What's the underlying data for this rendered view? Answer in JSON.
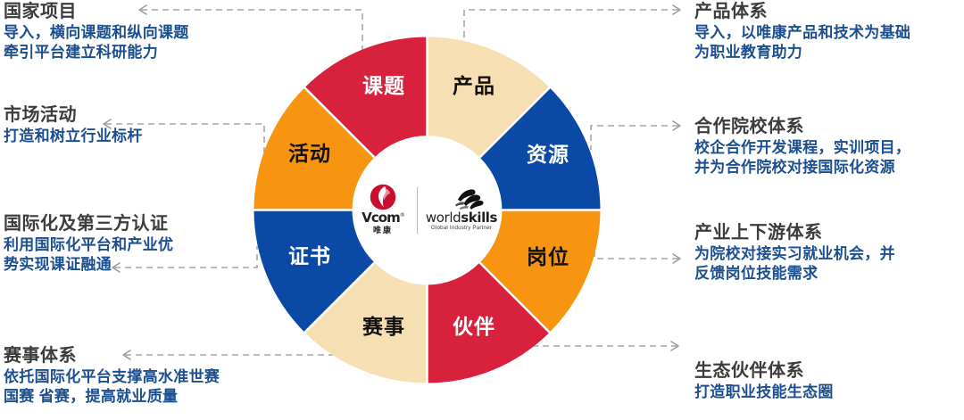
{
  "diagram": {
    "title_hidden": "",
    "colors": {
      "red": "#D8213C",
      "cream": "#F7DFB4",
      "orange": "#F79410",
      "blue": "#0B49A6",
      "white": "#FFFFFF",
      "callout_title": "#3c3c3c",
      "callout_body": "#1b4f8f",
      "connector": "#a6a6a6"
    }
  },
  "wheel": {
    "segments": [
      {
        "id": "product",
        "label": "产品",
        "fill": "#F7DFB4",
        "text_color": "#111111",
        "angle_start": 0,
        "angle_end": 45
      },
      {
        "id": "resource",
        "label": "资源",
        "fill": "#0B49A6",
        "text_color": "#FFFFFF",
        "angle_start": 45,
        "angle_end": 90
      },
      {
        "id": "post",
        "label": "岗位",
        "fill": "#F79410",
        "text_color": "#111111",
        "angle_start": 90,
        "angle_end": 135
      },
      {
        "id": "partner",
        "label": "伙伴",
        "fill": "#D8213C",
        "text_color": "#FFFFFF",
        "angle_start": 135,
        "angle_end": 180
      },
      {
        "id": "contest",
        "label": "赛事",
        "fill": "#F7DFB4",
        "text_color": "#111111",
        "angle_start": 180,
        "angle_end": 225
      },
      {
        "id": "cert",
        "label": "证书",
        "fill": "#0B49A6",
        "text_color": "#FFFFFF",
        "angle_start": 225,
        "angle_end": 270
      },
      {
        "id": "activity",
        "label": "活动",
        "fill": "#F79410",
        "text_color": "#111111",
        "angle_start": 270,
        "angle_end": 315
      },
      {
        "id": "topic",
        "label": "课题",
        "fill": "#D8213C",
        "text_color": "#FFFFFF",
        "angle_start": 315,
        "angle_end": 360
      }
    ]
  },
  "center_logos": {
    "vcom": {
      "wordmark": "Vcom",
      "registered": "®",
      "chinese": "唯康"
    },
    "worldskills": {
      "word_light": "world",
      "word_bold": "skills",
      "tagline": "Global Industry Partner"
    }
  },
  "callouts": {
    "national": {
      "title": "国家项目",
      "body": "导入，横向课题和纵向课题\n牵引平台建立科研能力"
    },
    "market": {
      "title": "市场活动",
      "body": "打造和树立行业标杆"
    },
    "international": {
      "title": "国际化及第三方认证",
      "body": "利用国际化平台和产业优\n势实现课证融通"
    },
    "contest": {
      "title": "赛事体系",
      "body": "依托国际化平台支撑高水准世赛\n国赛 省赛，提高就业质量"
    },
    "product": {
      "title": "产品体系",
      "body": "导入，以唯康产品和技术为基础\n为职业教育助力"
    },
    "school": {
      "title": "合作院校体系",
      "body": "校企合作开发课程，实训项目，\n并为合作院校对接国际化资源"
    },
    "industry": {
      "title": "产业上下游体系",
      "body": "为院校对接实习就业机会，并\n反馈岗位技能需求"
    },
    "ecosystem": {
      "title": "生态伙伴体系",
      "body": "打造职业技能生态圈"
    }
  }
}
